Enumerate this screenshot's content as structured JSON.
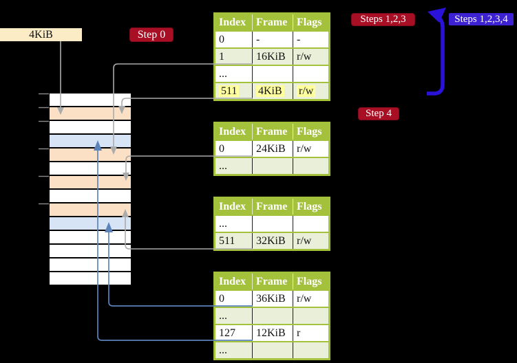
{
  "labels": {
    "page_size": "4KiB",
    "step0": "Step 0",
    "steps123": "Steps 1,2,3",
    "steps1234": "Steps 1,2,3,4",
    "step4": "Step 4"
  },
  "page_tables": [
    {
      "id": "table-1",
      "headers": [
        "Index",
        "Frame",
        "Flags"
      ],
      "rows": [
        {
          "cells": [
            "0",
            "-",
            "-"
          ],
          "highlight": false
        },
        {
          "cells": [
            "1",
            "16KiB",
            "r/w"
          ],
          "highlight": false
        },
        {
          "cells": [
            "...",
            "",
            ""
          ],
          "highlight": false
        },
        {
          "cells": [
            "511",
            "4KiB",
            "r/w"
          ],
          "highlight": true
        }
      ]
    },
    {
      "id": "table-2",
      "headers": [
        "Index",
        "Frame",
        "Flags"
      ],
      "rows": [
        {
          "cells": [
            "0",
            "24KiB",
            "r/w"
          ],
          "highlight": false
        },
        {
          "cells": [
            "...",
            "",
            ""
          ],
          "highlight": false
        }
      ]
    },
    {
      "id": "table-3",
      "headers": [
        "Index",
        "Frame",
        "Flags"
      ],
      "rows": [
        {
          "cells": [
            "...",
            "",
            ""
          ],
          "highlight": false
        },
        {
          "cells": [
            "511",
            "32KiB",
            "r/w"
          ],
          "highlight": false
        }
      ]
    },
    {
      "id": "table-4",
      "headers": [
        "Index",
        "Frame",
        "Flags"
      ],
      "rows": [
        {
          "cells": [
            "0",
            "36KiB",
            "r/w"
          ],
          "highlight": false
        },
        {
          "cells": [
            "...",
            "",
            ""
          ],
          "highlight": false
        },
        {
          "cells": [
            "127",
            "12KiB",
            "r"
          ],
          "highlight": false
        },
        {
          "cells": [
            "...",
            "",
            ""
          ],
          "highlight": false
        }
      ]
    }
  ],
  "memory_stack": {
    "cells": [
      "white",
      "peach",
      "white",
      "blue",
      "peach",
      "white",
      "peach",
      "white",
      "peach",
      "blue",
      "white",
      "white",
      "white",
      "white"
    ]
  },
  "colors": {
    "background": "#000000",
    "table_header_green": "#a4c13c",
    "table_row_alt_green": "#e9efd8",
    "highlight_yellow": "#ffff9d",
    "frame_white": "#ffffff",
    "frame_peach": "#fce0c5",
    "frame_blue": "#d7e4f5",
    "label_red": "#a90f24",
    "label_blue": "#3c22d3",
    "page_size_label_bg": "#fbecc6",
    "connector_gray": "#ababab",
    "connector_steelblue": "#5c83ba",
    "loop_arrow_blue": "#2a12d8"
  }
}
